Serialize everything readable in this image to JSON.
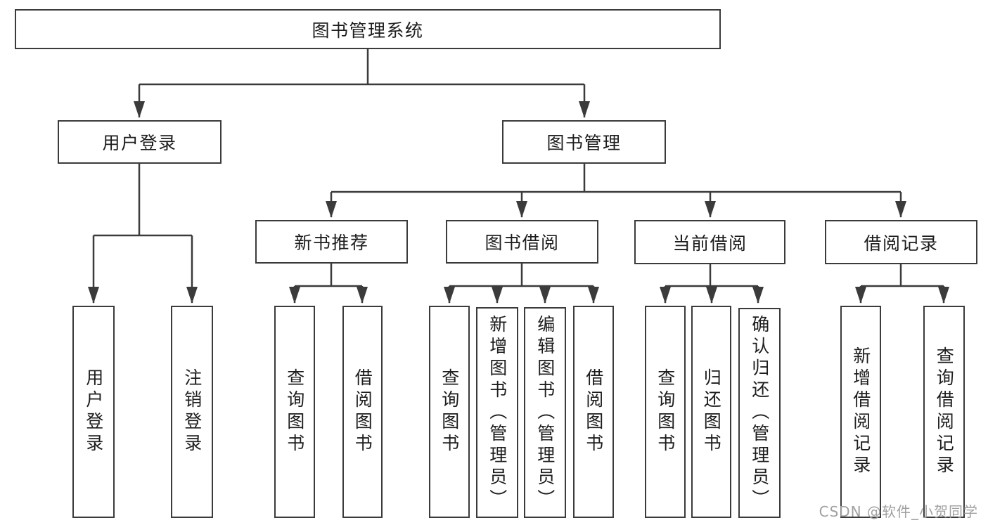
{
  "diagram": {
    "title_hint": "library management system function structure diagram",
    "nodes": {
      "root": "图书管理系统",
      "user_login": "用户登录",
      "book_mgmt": "图书管理",
      "new_book_rec": "新书推荐",
      "book_borrow": "图书借阅",
      "current_borrow": "当前借阅",
      "borrow_records": "借阅记录",
      "leaf_user_login": "用户登录",
      "leaf_logout": "注销登录",
      "leaf_nbr_query": "查询图书",
      "leaf_nbr_borrow": "借阅图书",
      "leaf_bb_query": "查询图书",
      "leaf_bb_add": "新增图书（管理员）",
      "leaf_bb_edit": "编辑图书（管理员）",
      "leaf_bb_borrow": "借阅图书",
      "leaf_cb_query": "查询图书",
      "leaf_cb_return": "归还图书",
      "leaf_cb_confirm": "确认归还（管理员）",
      "leaf_br_add": "新增借阅记录",
      "leaf_br_query": "查询借阅记录"
    },
    "edges": [
      [
        "root",
        "user_login"
      ],
      [
        "root",
        "book_mgmt"
      ],
      [
        "user_login",
        "leaf_user_login"
      ],
      [
        "user_login",
        "leaf_logout"
      ],
      [
        "book_mgmt",
        "new_book_rec"
      ],
      [
        "book_mgmt",
        "book_borrow"
      ],
      [
        "book_mgmt",
        "current_borrow"
      ],
      [
        "book_mgmt",
        "borrow_records"
      ],
      [
        "new_book_rec",
        "leaf_nbr_query"
      ],
      [
        "new_book_rec",
        "leaf_nbr_borrow"
      ],
      [
        "book_borrow",
        "leaf_bb_query"
      ],
      [
        "book_borrow",
        "leaf_bb_add"
      ],
      [
        "book_borrow",
        "leaf_bb_edit"
      ],
      [
        "book_borrow",
        "leaf_bb_borrow"
      ],
      [
        "current_borrow",
        "leaf_cb_query"
      ],
      [
        "current_borrow",
        "leaf_cb_return"
      ],
      [
        "current_borrow",
        "leaf_cb_confirm"
      ],
      [
        "borrow_records",
        "leaf_br_add"
      ],
      [
        "borrow_records",
        "leaf_br_query"
      ]
    ],
    "colors": {
      "line": "#3b3b3b",
      "box_border": "#3b3b3b",
      "text": "#1d1d1d",
      "background": "#ffffff",
      "watermark": "#a0a0a0"
    }
  },
  "watermark": {
    "text": "CSDN @软件_小贺同学"
  }
}
